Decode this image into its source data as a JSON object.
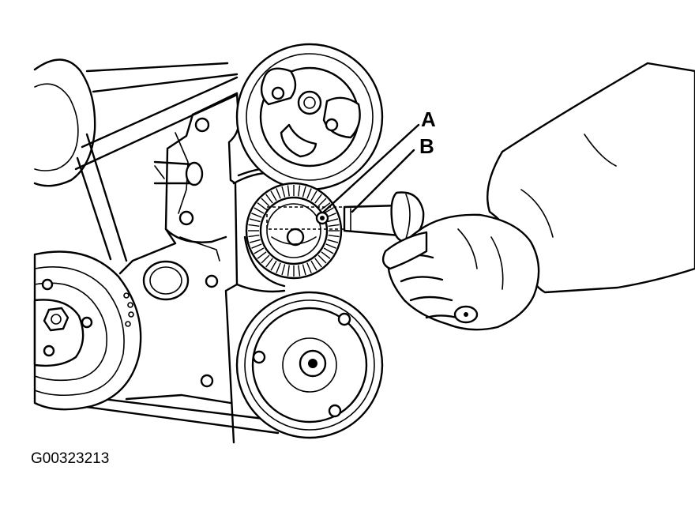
{
  "labels": {
    "a": "A",
    "b": "B"
  },
  "figure_code": "G00323213"
}
